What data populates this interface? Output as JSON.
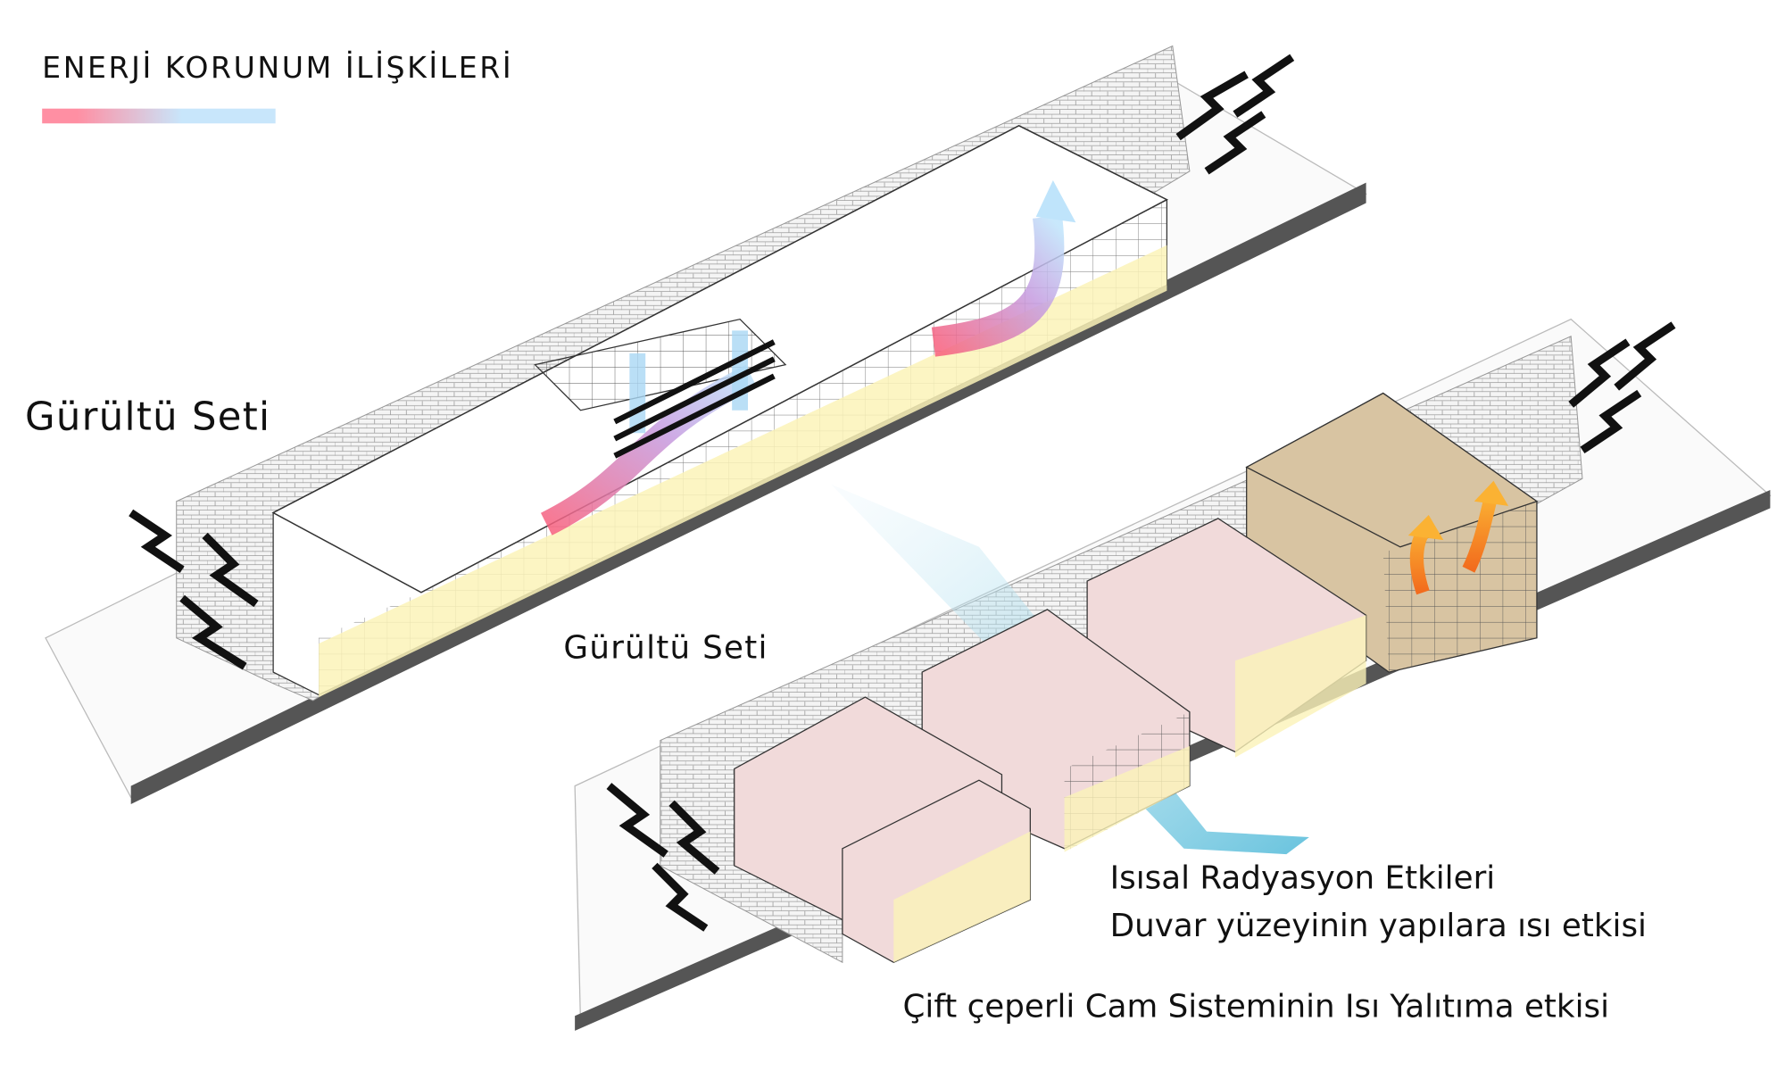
{
  "title": "ENERJİ KORUNUM İLİŞKİLERİ",
  "legend": {
    "gradient_from": "#ff8fa3",
    "gradient_to": "#c8e6fb"
  },
  "labels": {
    "noise_barrier_top": "Gürültü Seti",
    "noise_barrier_bottom": "Gürültü Seti",
    "thermal_radiation": "Isısal Radyasyon Etkileri",
    "wall_heat_effect": "Duvar yüzeyinin yapılara ısı etkisi",
    "double_glass": "Çift çeperli Cam Sisteminin Isı Yalıtıma etkisi"
  },
  "colors": {
    "slab": "#555555",
    "ground_floor": "#fbf3b8",
    "roof_pink": "#f1dada",
    "roof_tan": "#d8c4a2",
    "beam": "#5bc0dc",
    "arrow_orange": "#f28a1e",
    "noise": "#111111"
  }
}
